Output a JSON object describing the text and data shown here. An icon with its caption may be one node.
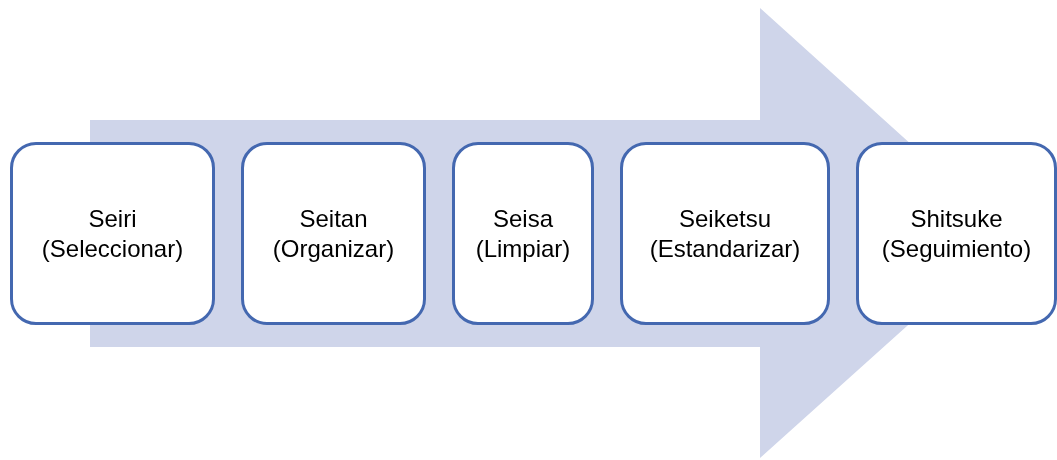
{
  "diagram": {
    "nodes": [
      {
        "text": [
          "Seiri (Seleccionar)"
        ]
      },
      {
        "text": [
          "Seitan (Organizar)"
        ]
      },
      {
        "text": [
          "Seisa (Limpiar)"
        ]
      },
      {
        "text": [
          "Seiketsu (Estandarizar)"
        ]
      },
      {
        "text": [
          "Shitsuke (Seguimiento)"
        ]
      }
    ],
    "edges": [
      {
        "from": 0,
        "to": 4,
        "arrow": "to"
      }
    ]
  }
}
